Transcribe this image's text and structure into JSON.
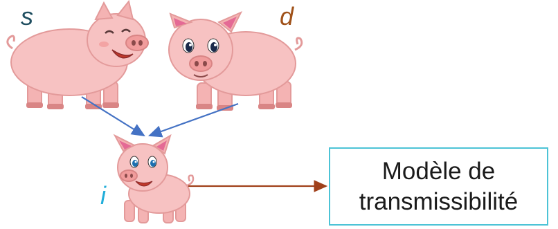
{
  "labels": {
    "sire": "s",
    "dam": "d",
    "individual": "i"
  },
  "model_box": {
    "line1": "Modèle de",
    "line2": "transmissibilité"
  },
  "colors": {
    "sire_label": "#1f4e60",
    "dam_label": "#a0521a",
    "individual_label": "#22aeda",
    "parent_arrows": "#4472c4",
    "model_arrow": "#a0401a",
    "box_border": "#4cc3d6",
    "pig_body": "#f7c2c2",
    "pig_outline": "#e39a9a",
    "ear_inner": "#e46a95"
  }
}
